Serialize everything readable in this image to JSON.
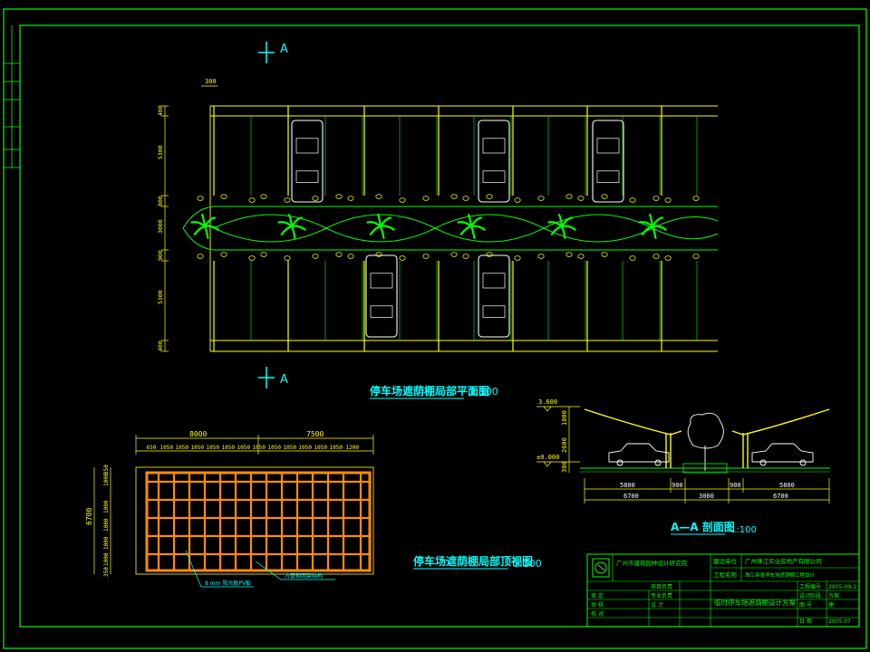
{
  "plan": {
    "section_mark": "A",
    "title": "停车场遮荫棚局部平面图",
    "scale": "1:100",
    "dim_top": "300",
    "left_dims": [
      "400",
      "5300",
      "800",
      "3000",
      "900",
      "5300",
      "400"
    ]
  },
  "roof_plan": {
    "title": "停车场遮荫棚局部顶视图",
    "scale": "1:100",
    "top_dims": [
      "8000",
      "7500"
    ],
    "bay_dims": [
      "650",
      "1050",
      "1050",
      "1050",
      "1050",
      "1050",
      "1050",
      "1050",
      "1050",
      "1050",
      "1050",
      "1050",
      "1050",
      "1200"
    ],
    "left_total": "6700",
    "left_dims": [
      "350",
      "1000",
      "1000",
      "1000",
      "1000",
      "1000",
      "350"
    ],
    "note_left": "8 mm 阳光板PV板",
    "note_right": "方管钢网架结构"
  },
  "section": {
    "title": "A—A 剖面图",
    "scale": "1:100",
    "levels": [
      "3.600",
      "±0.000"
    ],
    "left_dims": [
      "1000",
      "2600",
      "300"
    ],
    "bottom_dims_1": [
      "5800",
      "900",
      "900",
      "5800"
    ],
    "bottom_dims_2": [
      "6700",
      "3000",
      "6700"
    ]
  },
  "title_block": {
    "company": "广州市建筑园林设计研究院",
    "client_label": "建设单位",
    "client": "广州珠江实业房地产有限公司",
    "project_label": "工程名称",
    "project": "珠江帝景停车场遮荫棚工程设计",
    "drawing_name": "临时停车场遮荫棚设计方案",
    "rows_left": [
      "审  定",
      "审  核",
      "校  对"
    ],
    "rows_mid": [
      "项目负责",
      "专业负责",
      "设  计"
    ],
    "rows_right_labels": [
      "工程编号",
      "设计阶段",
      "图  号",
      "日  期"
    ],
    "rows_right_values": [
      "2005-09-1",
      "方案",
      "建",
      "2005.07"
    ]
  },
  "colors": {
    "frame": "#00ff00",
    "dimension": "#ffff00",
    "text_cyan": "#00ffff",
    "vehicle": "#ffffff",
    "roof_fill": "#ff8c00"
  }
}
